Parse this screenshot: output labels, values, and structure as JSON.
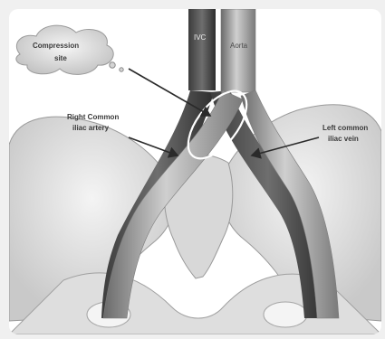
{
  "diagram": {
    "callouts": {
      "compression_site": {
        "line1": "Compression",
        "line2": "site"
      },
      "right_common_iliac_artery": {
        "line1": "Right Common",
        "line2": "iliac artery"
      },
      "left_common_iliac_vein": {
        "line1": "Left common",
        "line2": "iliac vein"
      }
    },
    "vessel_labels": {
      "ivc": "IVC",
      "aorta": "Aorta"
    }
  }
}
